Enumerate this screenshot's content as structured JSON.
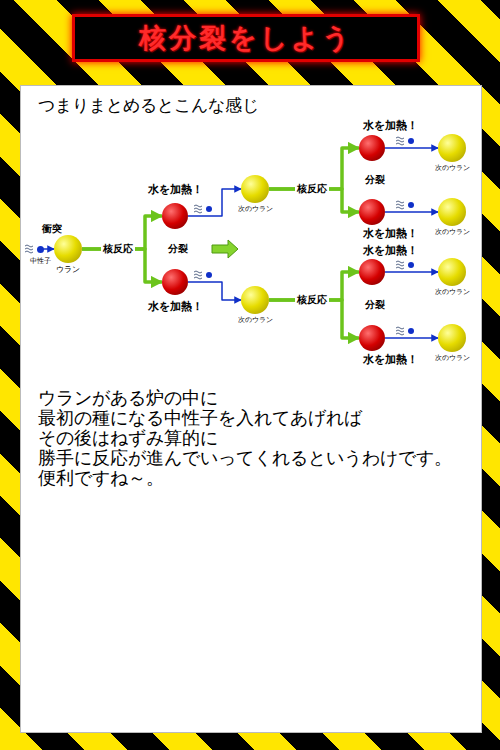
{
  "diagram": {
    "title": "核分裂をしよう",
    "nodes": [
      {
        "text": [
          "中性子"
        ]
      },
      {
        "text": [
          "ウラン"
        ]
      },
      {
        "text": [
          "水を加熱！"
        ]
      },
      {
        "text": [
          "次のウラン"
        ]
      },
      {
        "text": [
          "水を加熱！"
        ]
      },
      {
        "text": [
          "次のウラン"
        ]
      },
      {
        "text": [
          "水を加熱！"
        ]
      },
      {
        "text": [
          "次のウラン"
        ]
      },
      {
        "text": [
          "水を加熱！"
        ]
      },
      {
        "text": [
          "次のウラン"
        ]
      },
      {
        "text": [
          "水を加熱！"
        ]
      },
      {
        "text": [
          "次のウラン"
        ]
      },
      {
        "text": [
          "水を加熱！"
        ]
      },
      {
        "text": [
          "次のウラン"
        ]
      }
    ],
    "edges": [
      {
        "from": 0,
        "to": 1,
        "arrow": "to"
      },
      {
        "from": 1,
        "to": 2,
        "arrow": "to"
      },
      {
        "from": 1,
        "to": 4,
        "arrow": "to"
      },
      {
        "from": 2,
        "to": 3,
        "arrow": "to"
      },
      {
        "from": 4,
        "to": 5,
        "arrow": "to"
      },
      {
        "from": 3,
        "to": 6,
        "arrow": "to"
      },
      {
        "from": 3,
        "to": 8,
        "arrow": "to"
      },
      {
        "from": 5,
        "to": 10,
        "arrow": "to"
      },
      {
        "from": 5,
        "to": 12,
        "arrow": "to"
      },
      {
        "from": 6,
        "to": 7,
        "arrow": "to"
      },
      {
        "from": 8,
        "to": 9,
        "arrow": "to"
      },
      {
        "from": 10,
        "to": 11,
        "arrow": "to"
      },
      {
        "from": 12,
        "to": 13,
        "arrow": "to"
      }
    ],
    "labels": [
      "つまりまとめるとこんな感じ",
      "衝突",
      "核反応",
      "分裂",
      "核反応",
      "分裂",
      "核反応",
      "分裂",
      "ウランがある炉の中に 最初の種になる中性子を入れてあげれば その後はねずみ算的に 勝手に反応が進んでいってくれるというわけです。 便利ですね～。"
    ]
  }
}
